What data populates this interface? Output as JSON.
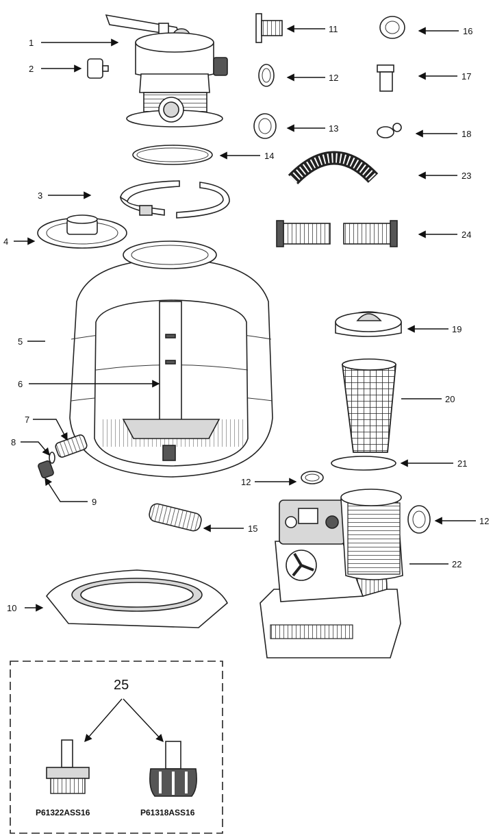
{
  "labels": {
    "p1": "1",
    "p2": "2",
    "p3": "3",
    "p4": "4",
    "p5": "5",
    "p6": "6",
    "p7": "7",
    "p8": "8",
    "p9": "9",
    "p10": "10",
    "p11": "11",
    "p12a": "12",
    "p12b": "12",
    "p12c": "12",
    "p13": "13",
    "p14": "14",
    "p15": "15",
    "p16": "16",
    "p17": "17",
    "p18": "18",
    "p19": "19",
    "p20": "20",
    "p21": "21",
    "p22": "22",
    "p23": "23",
    "p24": "24",
    "p25": "25"
  },
  "kit": {
    "left_code": "P61322ASS16",
    "right_code": "P61318ASS16"
  }
}
